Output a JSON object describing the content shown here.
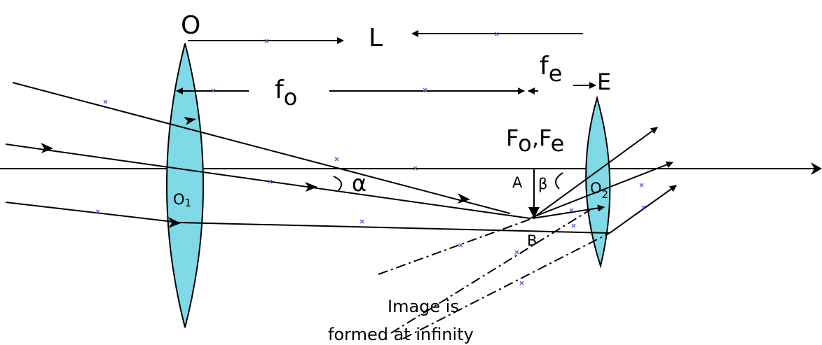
{
  "colors": {
    "lens_fill": "#7fd9e6",
    "lens_stroke": "#000000",
    "ray": "#000000",
    "marker": "#4b5fd6",
    "background": "#ffffff"
  },
  "labels": {
    "objective_lens": "O",
    "eyepiece_lens": "E",
    "tube_length": "L",
    "objective_focal_length": {
      "main": "f",
      "sub": "o"
    },
    "eyepiece_focal_length": {
      "main": "f",
      "sub": "e"
    },
    "focal_points": {
      "first": "F",
      "first_sub": "o",
      "separator": ",",
      "second": "F",
      "second_sub": "e"
    },
    "objective_center": {
      "main": "O",
      "sub": "1"
    },
    "eyepiece_center": {
      "main": "O",
      "sub": "2"
    },
    "image_top": "A",
    "image_bottom": "B",
    "angle_alpha": "α",
    "angle_beta": "β",
    "caption_line1": "Image is",
    "caption_line2": "formed at infinity"
  }
}
